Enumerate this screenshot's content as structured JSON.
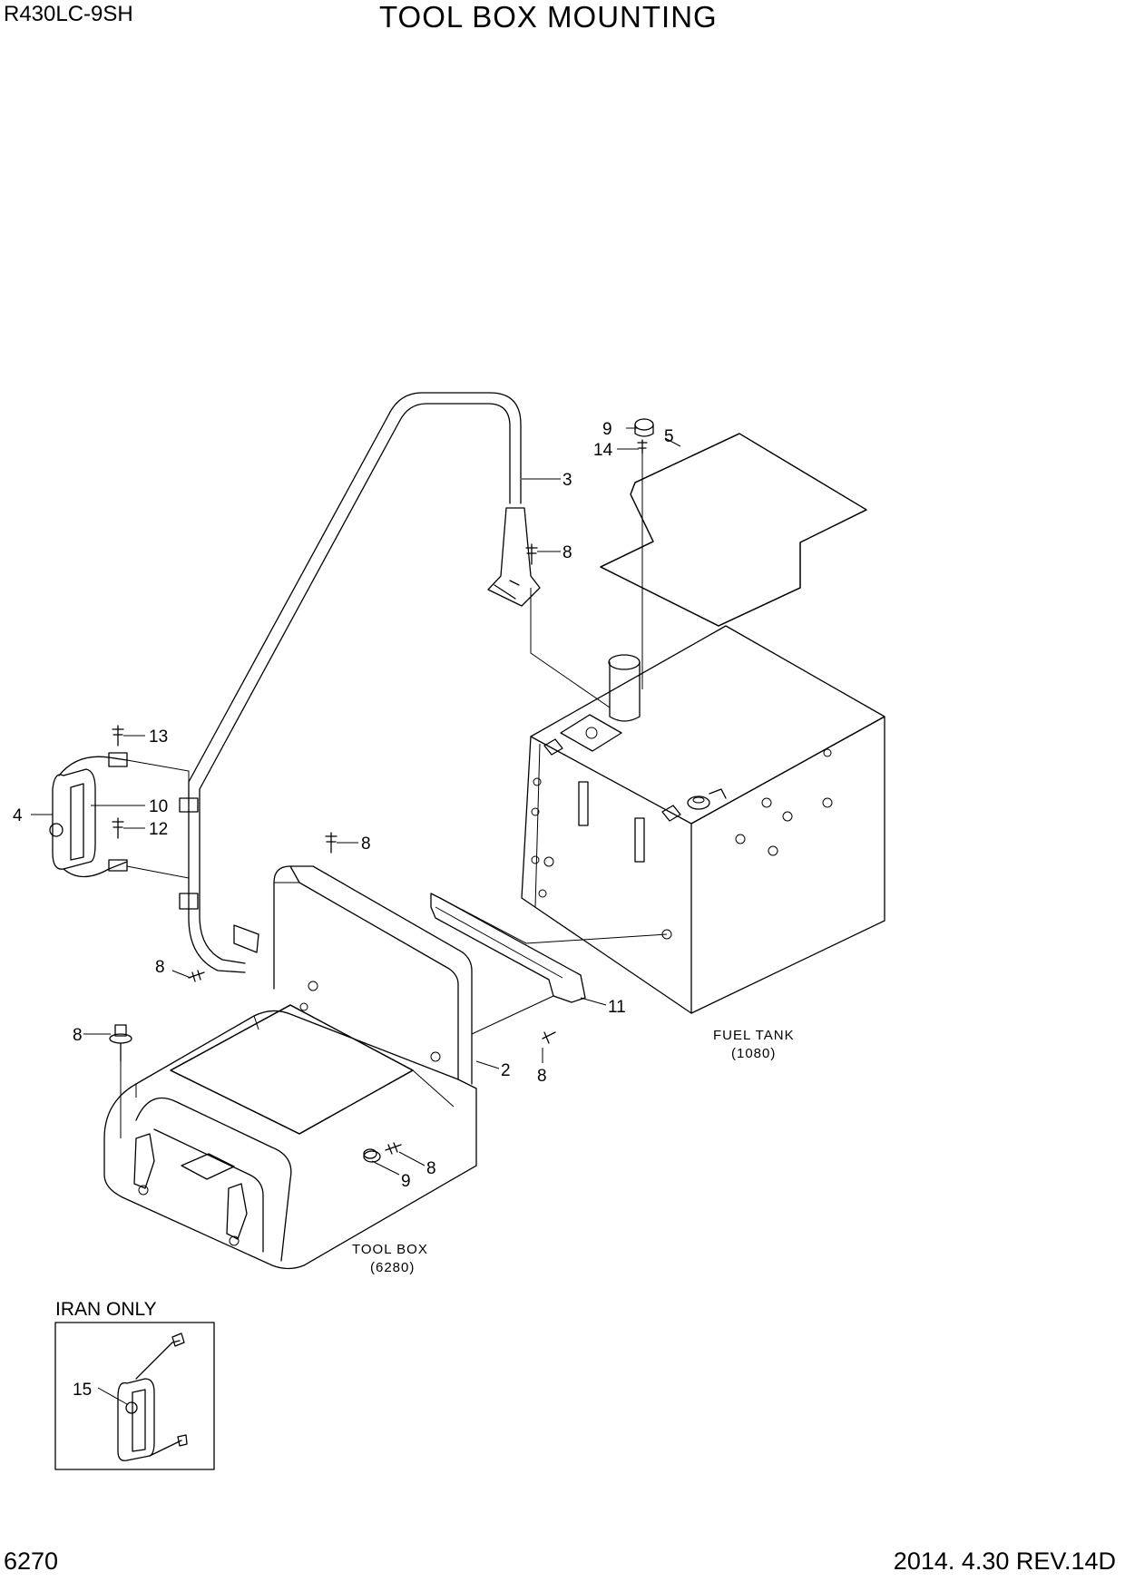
{
  "header": {
    "model": "R430LC-9SH",
    "title": "TOOL BOX MOUNTING"
  },
  "footer": {
    "page_number": "6270",
    "revision": "2014. 4.30  REV.14D"
  },
  "inset": {
    "label": "IRAN ONLY",
    "part": "15"
  },
  "assemblies": {
    "fuel_tank": {
      "name": "FUEL TANK",
      "ref": "(1080)"
    },
    "tool_box": {
      "name": "TOOL BOX",
      "ref": "(6280)"
    }
  },
  "callouts": {
    "c9a": "9",
    "c14": "14",
    "c5": "5",
    "c3": "3",
    "c8a": "8",
    "c13": "13",
    "c4": "4",
    "c10": "10",
    "c12": "12",
    "c8b": "8",
    "c8c": "8",
    "c8d": "8",
    "c11": "11",
    "c2": "2",
    "c8e": "8",
    "c8f": "8",
    "c9b": "9"
  }
}
